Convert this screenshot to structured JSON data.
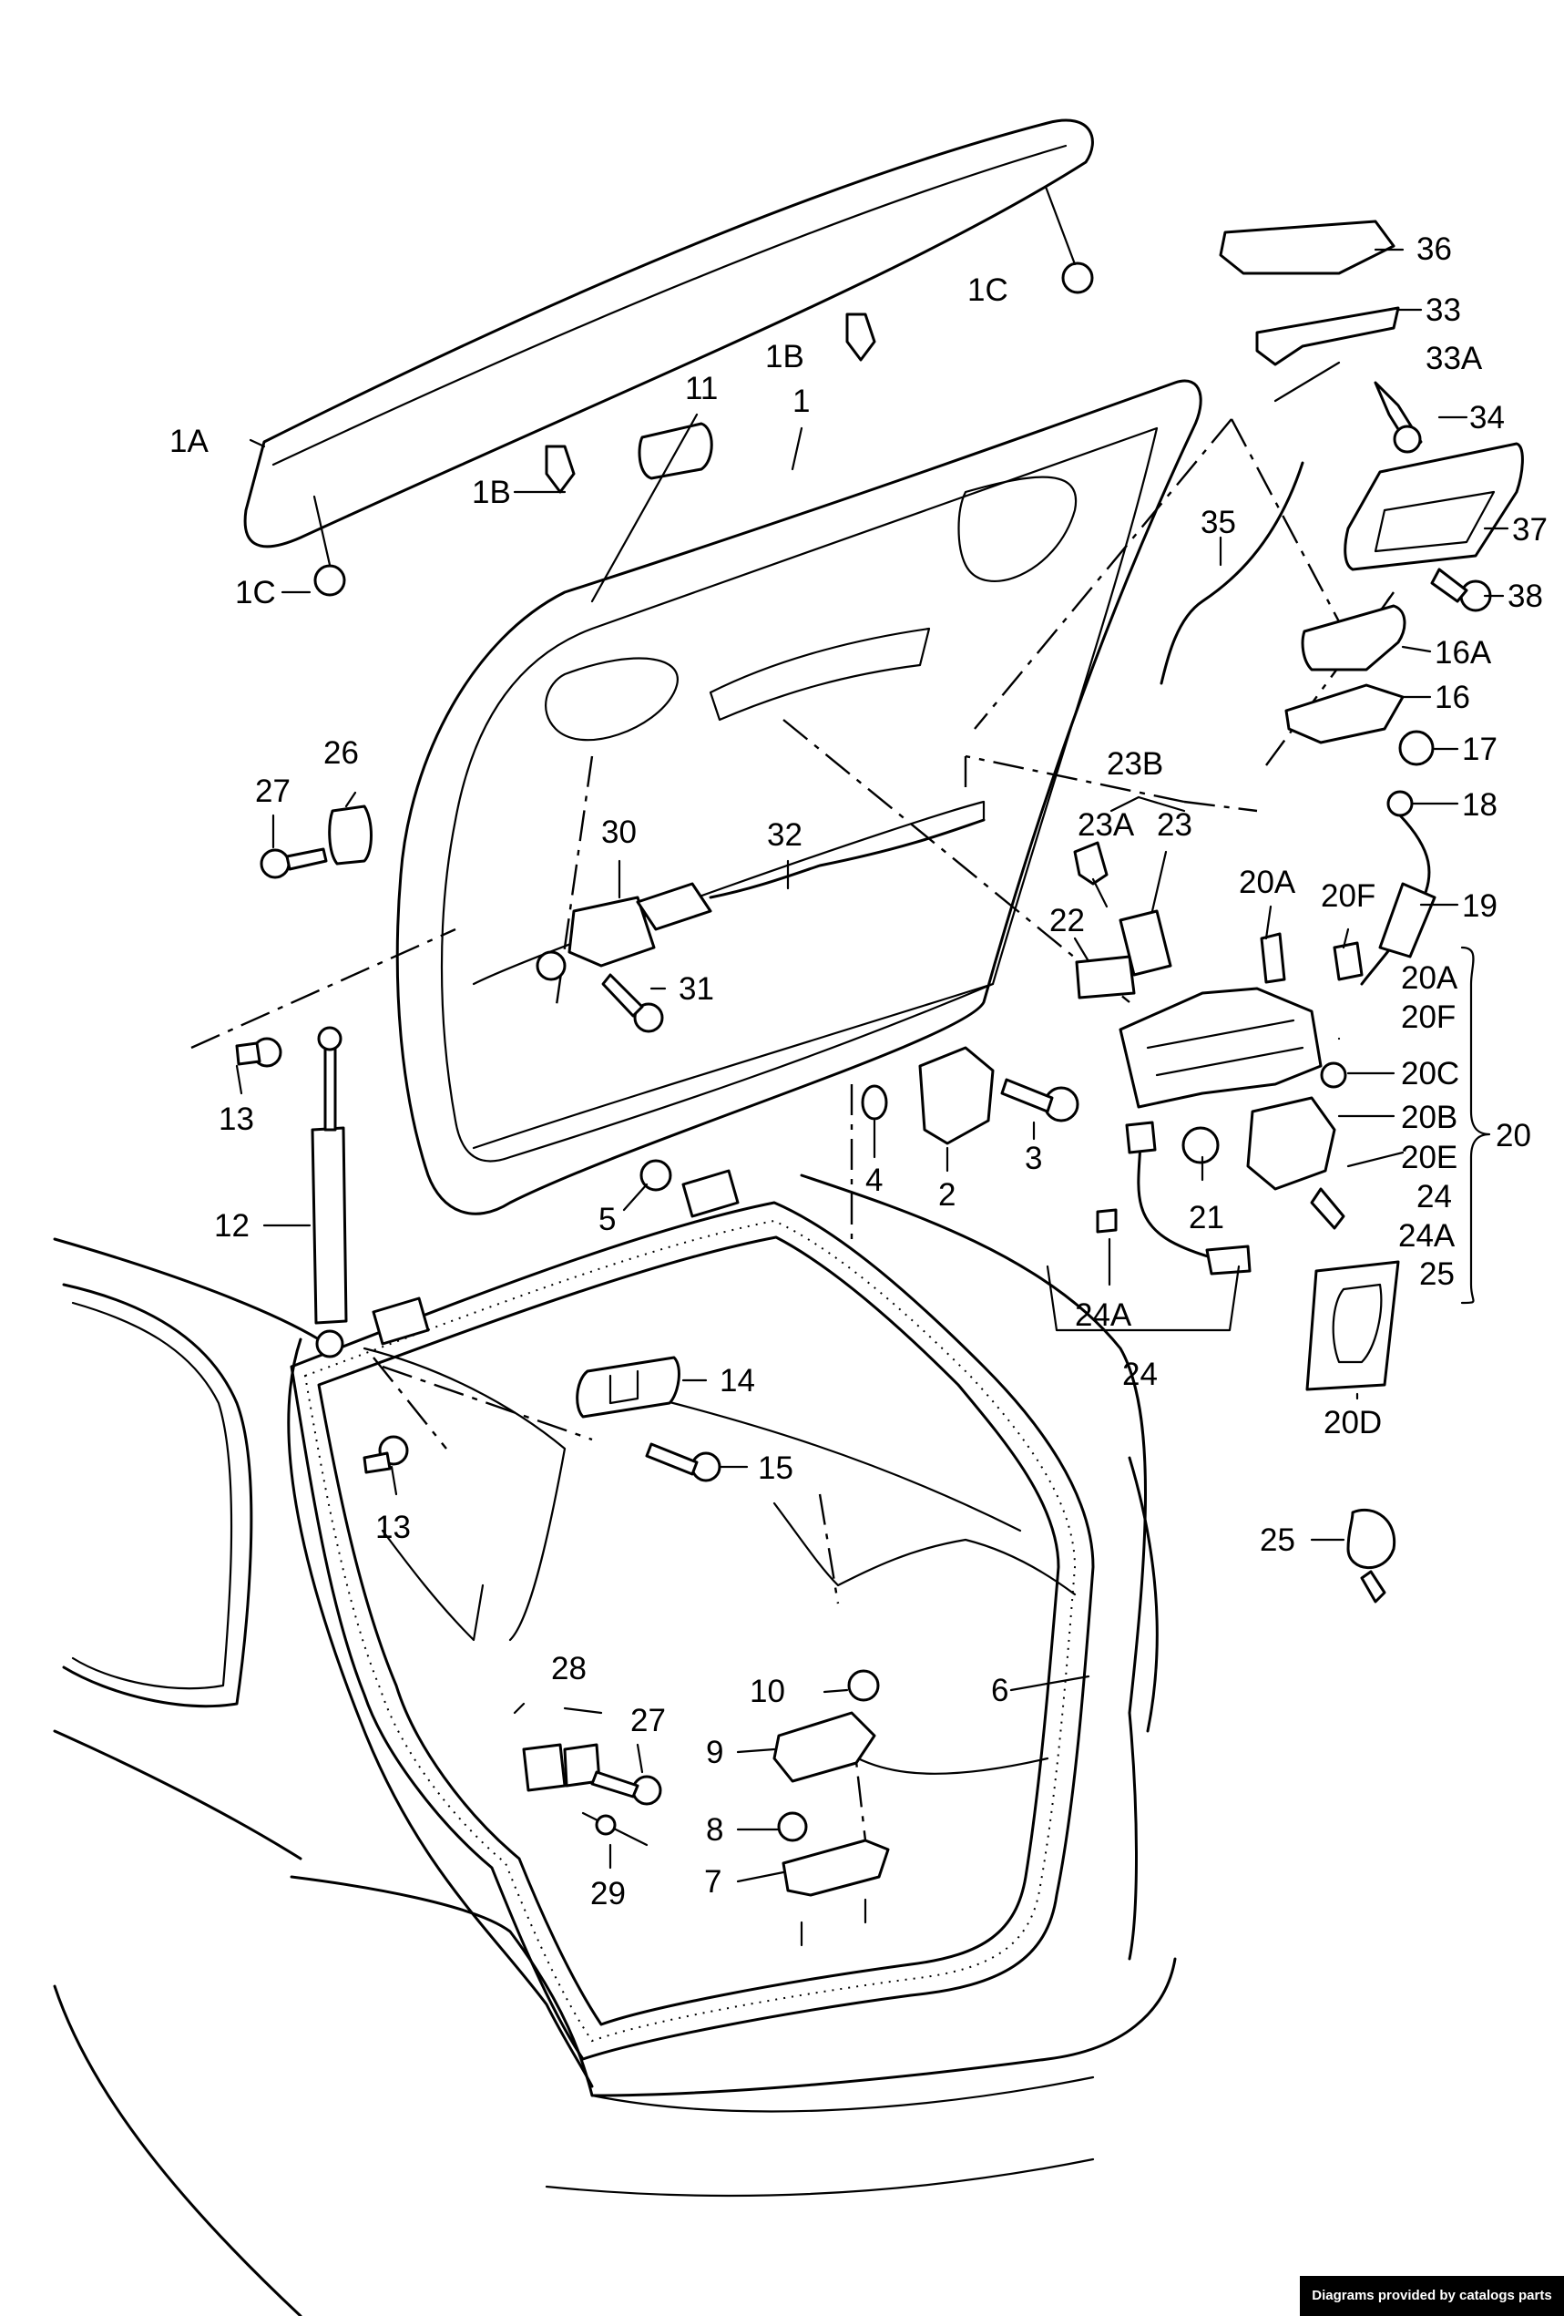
{
  "diagram": {
    "labels": [
      "1A",
      "1B",
      "1C",
      "1",
      "11",
      "36",
      "33",
      "33A",
      "34",
      "35",
      "37",
      "38",
      "16A",
      "16",
      "17",
      "18",
      "19",
      "23B",
      "23A",
      "23",
      "22",
      "20A",
      "20F",
      "20A",
      "20F",
      "20C",
      "20B",
      "20E",
      "24",
      "24A",
      "25",
      "20",
      "20D",
      "26",
      "27",
      "30",
      "32",
      "31",
      "13",
      "12",
      "2",
      "3",
      "4",
      "5",
      "6",
      "14",
      "15",
      "13",
      "21",
      "24A",
      "24",
      "25",
      "28",
      "27",
      "10",
      "9",
      "8",
      "29",
      "7",
      "1B",
      "1C"
    ]
  },
  "footer": {
    "text": "Diagrams provided by catalogs parts"
  }
}
